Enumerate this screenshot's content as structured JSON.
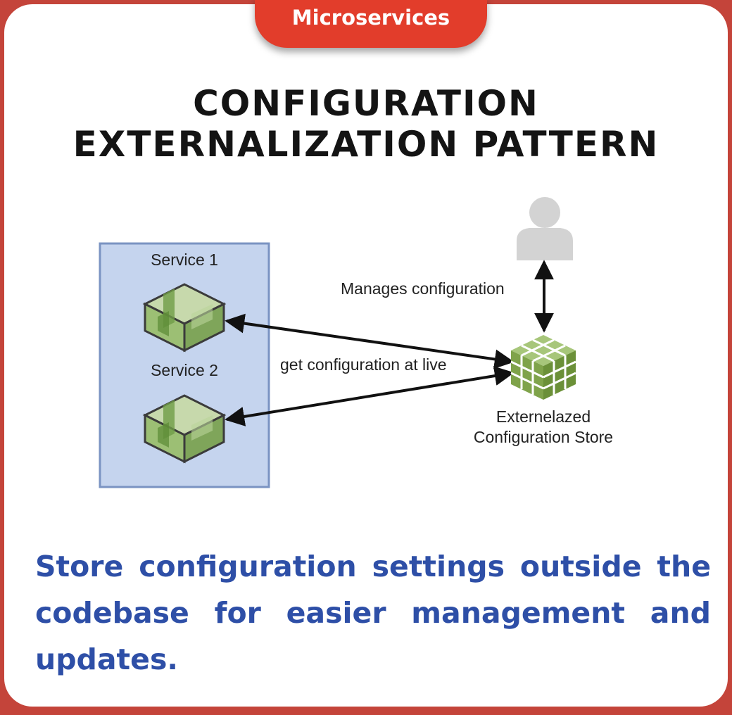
{
  "tag": {
    "label": "Microservices"
  },
  "title": "CONFIGURATION EXTERNALIZATION PATTERN",
  "diagram": {
    "service1_label": "Service 1",
    "service2_label": "Service 2",
    "manages_label": "Manages configuration",
    "get_config_label": "get configuration at live",
    "store_label_line1": "Externelazed",
    "store_label_line2": "Configuration Store"
  },
  "caption": "Store configuration settings outside the codebase for easier management and updates.",
  "colors": {
    "background": "#c4443a",
    "tag": "#e23d2b",
    "caption_text": "#2e4fa7",
    "service_box_fill": "#c5d4ee",
    "service_box_border": "#7a93c2",
    "package_green": "#8db26a",
    "store_green": "#7fa34a"
  },
  "icons": [
    "package-icon",
    "user-icon",
    "cube-grid-icon"
  ]
}
